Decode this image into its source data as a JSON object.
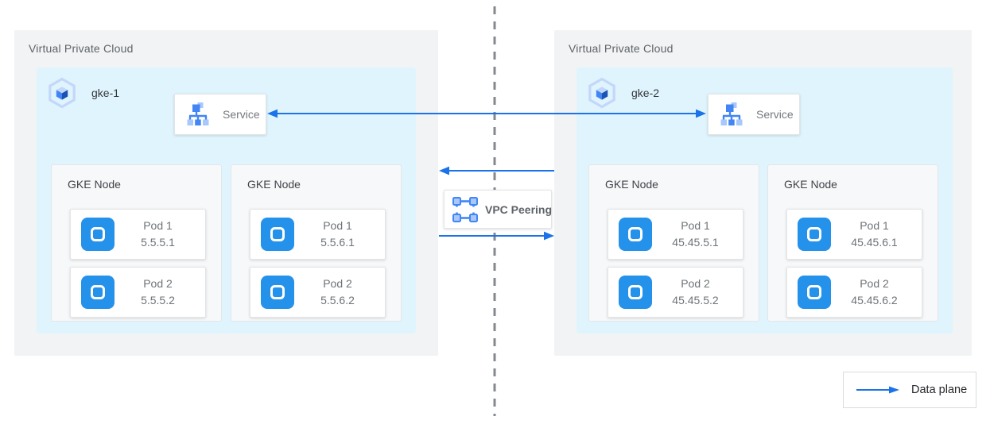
{
  "colors": {
    "arrow_blue": "#1A73E8",
    "pod_icon_blue": "#2491EB",
    "icon_blue_dark": "#4285F4",
    "icon_blue_light": "#A8C7FA",
    "vpc_background": "#F1F3F4",
    "cluster_background": "#E0F4FD",
    "node_background": "#F7F8F9",
    "divider_gray": "#85888C"
  },
  "vpc_left": {
    "label": "Virtual Private Cloud",
    "cluster": {
      "name": "gke-1",
      "service": {
        "label": "Service"
      },
      "nodes": [
        {
          "label": "GKE Node",
          "pods": [
            {
              "name": "Pod 1",
              "ip": "5.5.5.1"
            },
            {
              "name": "Pod 2",
              "ip": "5.5.5.2"
            }
          ]
        },
        {
          "label": "GKE Node",
          "pods": [
            {
              "name": "Pod 1",
              "ip": "5.5.6.1"
            },
            {
              "name": "Pod 2",
              "ip": "5.5.6.2"
            }
          ]
        }
      ]
    }
  },
  "vpc_right": {
    "label": "Virtual Private Cloud",
    "cluster": {
      "name": "gke-2",
      "service": {
        "label": "Service"
      },
      "nodes": [
        {
          "label": "GKE Node",
          "pods": [
            {
              "name": "Pod 1",
              "ip": "45.45.5.1"
            },
            {
              "name": "Pod 2",
              "ip": "45.45.5.2"
            }
          ]
        },
        {
          "label": "GKE Node",
          "pods": [
            {
              "name": "Pod 1",
              "ip": "45.45.6.1"
            },
            {
              "name": "Pod 2",
              "ip": "45.45.6.2"
            }
          ]
        }
      ]
    }
  },
  "peering": {
    "label": "VPC Peering"
  },
  "legend": {
    "label": "Data plane"
  },
  "flows": [
    {
      "name": "service-to-service",
      "type": "data-plane",
      "direction": "bidirectional"
    },
    {
      "name": "vpc-peering-upper",
      "type": "data-plane",
      "direction": "right-to-left"
    },
    {
      "name": "vpc-peering-lower",
      "type": "data-plane",
      "direction": "left-to-right"
    }
  ]
}
